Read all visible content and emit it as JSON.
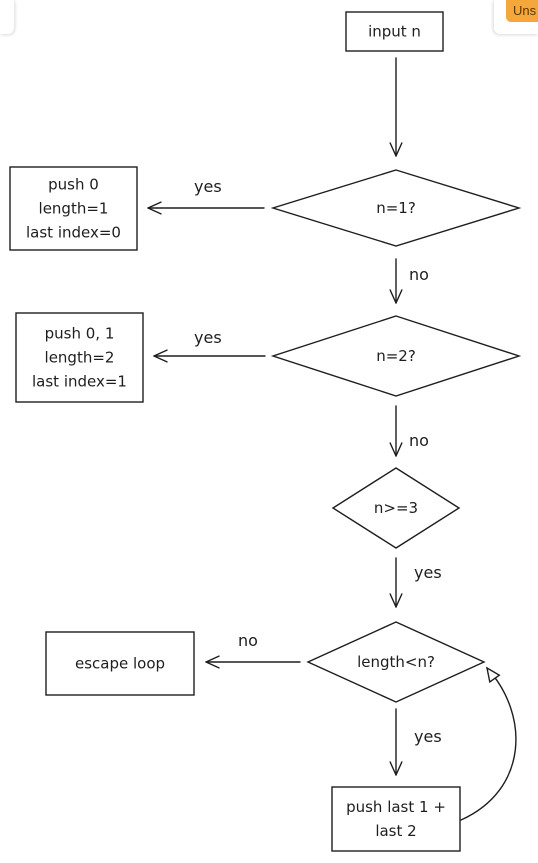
{
  "toolbar": {
    "status_badge": "Uns"
  },
  "diagram": {
    "nodes": [
      {
        "id": "input",
        "shape": "rect",
        "lines": [
          "input n"
        ]
      },
      {
        "id": "push0",
        "shape": "rect",
        "lines": [
          "push 0",
          "length=1",
          "last index=0"
        ]
      },
      {
        "id": "cond1",
        "shape": "diamond",
        "lines": [
          "n=1?"
        ]
      },
      {
        "id": "push01",
        "shape": "rect",
        "lines": [
          "push 0, 1",
          "length=2",
          "last index=1"
        ]
      },
      {
        "id": "cond2",
        "shape": "diamond",
        "lines": [
          "n=2?"
        ]
      },
      {
        "id": "cond3",
        "shape": "diamond",
        "lines": [
          "n>=3"
        ]
      },
      {
        "id": "escape",
        "shape": "rect",
        "lines": [
          "escape loop"
        ]
      },
      {
        "id": "loopcond",
        "shape": "diamond",
        "lines": [
          "length<n?"
        ]
      },
      {
        "id": "pushsum",
        "shape": "rect",
        "lines": [
          "push last 1 +",
          "last 2"
        ]
      }
    ],
    "edges": [
      {
        "from": "input",
        "to": "cond1",
        "label": ""
      },
      {
        "from": "cond1",
        "to": "push0",
        "label": "yes"
      },
      {
        "from": "cond1",
        "to": "cond2",
        "label": "no"
      },
      {
        "from": "cond2",
        "to": "push01",
        "label": "yes"
      },
      {
        "from": "cond2",
        "to": "cond3",
        "label": "no"
      },
      {
        "from": "cond3",
        "to": "loopcond",
        "label": "yes"
      },
      {
        "from": "loopcond",
        "to": "escape",
        "label": "no"
      },
      {
        "from": "loopcond",
        "to": "pushsum",
        "label": "yes"
      },
      {
        "from": "pushsum",
        "to": "loopcond",
        "label": ""
      }
    ]
  }
}
